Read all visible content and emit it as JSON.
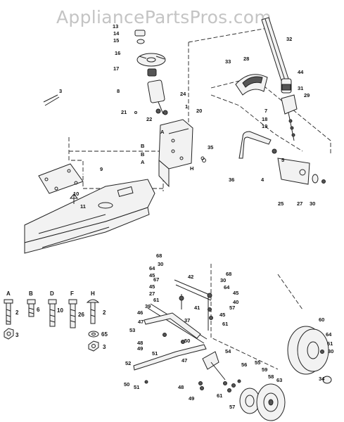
{
  "watermark": "AppliancePartsPros.com",
  "callouts": {
    "p1": "1",
    "p2": "2",
    "p3": "3",
    "p4": "4",
    "p5": "5",
    "p6": "6",
    "p7": "7",
    "p8": "8",
    "p9": "9",
    "p10": "10",
    "p11": "11",
    "p13": "13",
    "p14": "14",
    "p15": "15",
    "p16": "16",
    "p17": "17",
    "p18": "18",
    "p19": "19",
    "p20": "20",
    "p21": "21",
    "p22": "22",
    "p24": "24",
    "p25": "25",
    "p26": "26",
    "p27": "27",
    "p28": "28",
    "p29": "29",
    "p30": "30",
    "p31": "31",
    "p32": "32",
    "p33": "33",
    "p34": "34",
    "p35": "35",
    "p36": "36",
    "p37": "37",
    "p39": "39",
    "p40": "40",
    "p41": "41",
    "p42": "42",
    "p44": "44",
    "p45": "45",
    "p46": "46",
    "p47": "47",
    "p48": "48",
    "p49": "49",
    "p50": "50",
    "p51": "51",
    "p52": "52",
    "p53": "53",
    "p54": "54",
    "p55": "55",
    "p56": "56",
    "p57": "57",
    "p58": "58",
    "p59": "59",
    "p60": "60",
    "p61": "61",
    "p63": "63",
    "p64": "64",
    "p65": "65",
    "p67": "67",
    "p68": "68"
  },
  "letters": {
    "A": "A",
    "B": "B",
    "D": "D",
    "F": "F",
    "H": "H"
  },
  "hardware": {
    "A": {
      "letter": "A",
      "qty": "2"
    },
    "B": {
      "letter": "B",
      "qty": "6"
    },
    "D": {
      "letter": "D",
      "qty": "10"
    },
    "F": {
      "letter": "F",
      "qty": "26"
    },
    "H": {
      "letter": "H",
      "qty": "2"
    },
    "nut": {
      "qty": "3"
    },
    "washer": {
      "qty": "65"
    },
    "locknut": {
      "qty": "3"
    }
  }
}
